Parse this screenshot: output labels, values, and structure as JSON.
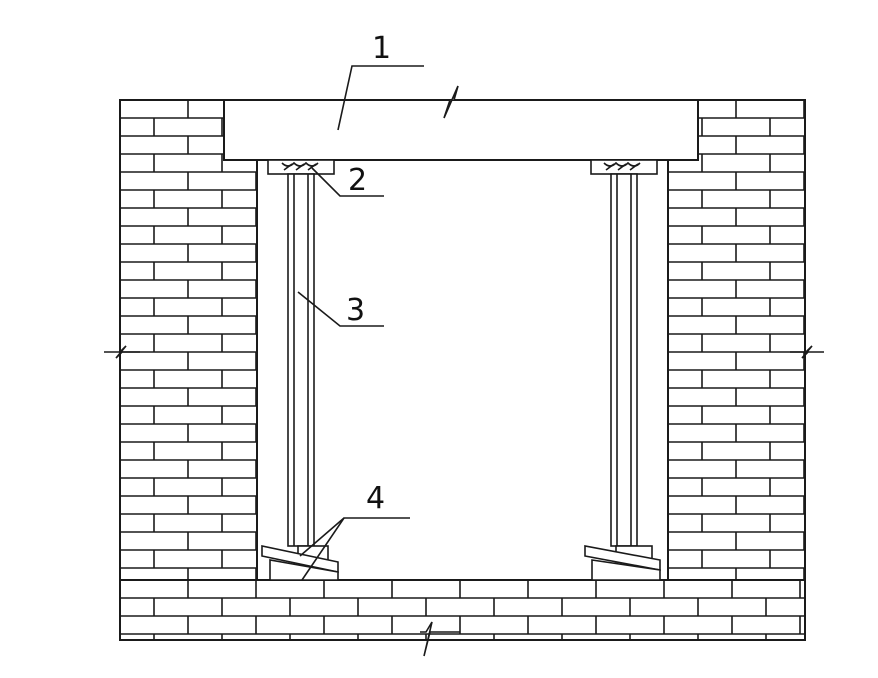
{
  "colors": {
    "line": "#1a1a1a",
    "background": "#ffffff"
  },
  "labels": [
    {
      "id": "lintel",
      "text": "1"
    },
    {
      "id": "wedge-top",
      "text": "2"
    },
    {
      "id": "prop",
      "text": "3"
    },
    {
      "id": "wedge-bottom",
      "text": "4"
    }
  ]
}
